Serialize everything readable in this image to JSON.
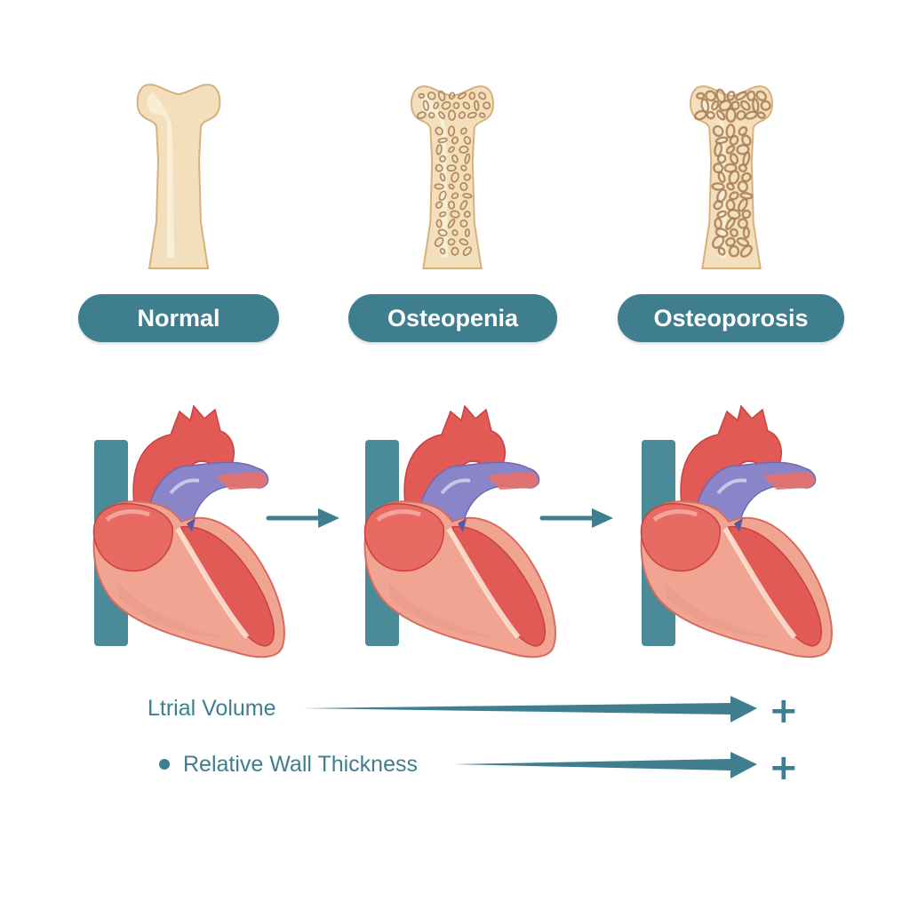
{
  "stages": [
    {
      "label": "Normal",
      "bone_state": "normal"
    },
    {
      "label": "Osteopenia",
      "bone_state": "osteopenia"
    },
    {
      "label": "Osteoporosis",
      "bone_state": "osteoporosis"
    }
  ],
  "trends": [
    {
      "label": "Ltrial Volume",
      "symbol": "+",
      "bullet": false
    },
    {
      "label": "Relative Wall Thickness",
      "symbol": "+",
      "bullet": true
    }
  ],
  "colors": {
    "accent": "#3f7e8e",
    "pill": "#3f7e8e",
    "bone_fill": "#f3dfbc",
    "bone_outline": "#d8b07e",
    "pore": "#a77d52",
    "heart_red": "#e25a55",
    "heart_muscle": "#f2a493",
    "vein_purple": "#8a85c9",
    "vessel_teal": "#4b8a98"
  },
  "icons": {
    "bone": "bone-icon",
    "heart": "heart-icon",
    "arrow": "arrow-right-icon"
  }
}
